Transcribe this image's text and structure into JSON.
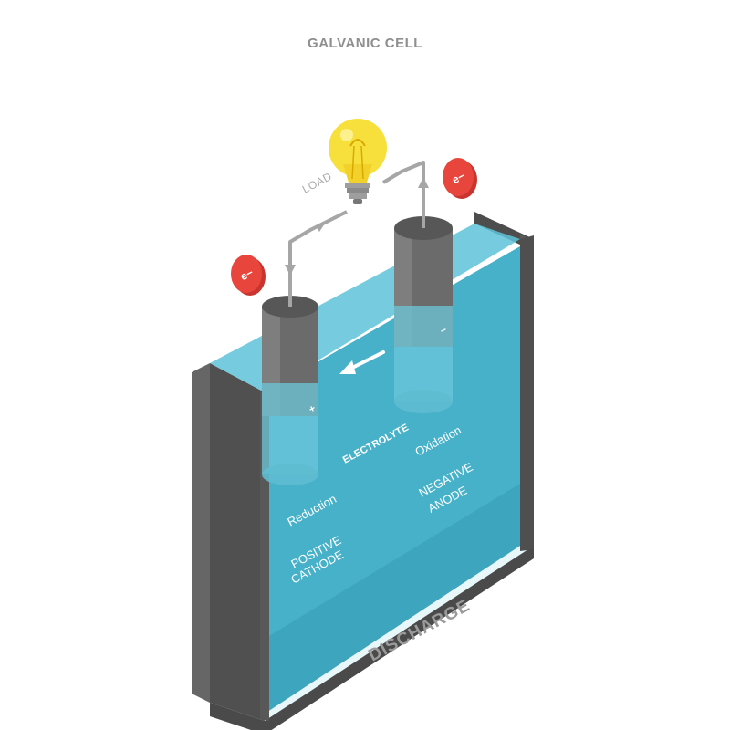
{
  "diagram": {
    "title": "GALVANIC CELL",
    "load_label": "LOAD",
    "electron_label": "e−",
    "electrolyte_label": "ELECTROLYTE",
    "cathode": {
      "process": "Reduction",
      "line1": "POSITIVE",
      "line2": "CATHODE",
      "sign": "+"
    },
    "anode": {
      "process": "Oxidation",
      "line1": "NEGATIVE",
      "line2": "ANODE",
      "sign": "−"
    },
    "mode_label": "DISCHARGE"
  },
  "colors": {
    "electrolyte": "#3aaac4",
    "electrolyte_dark": "#2a8fae",
    "container_frame": "#5c5c5c",
    "electrode": "#6b6b6b",
    "wire": "#a6a6a6",
    "electron_badge": "#e8463d",
    "bulb": "#f7e03c"
  }
}
